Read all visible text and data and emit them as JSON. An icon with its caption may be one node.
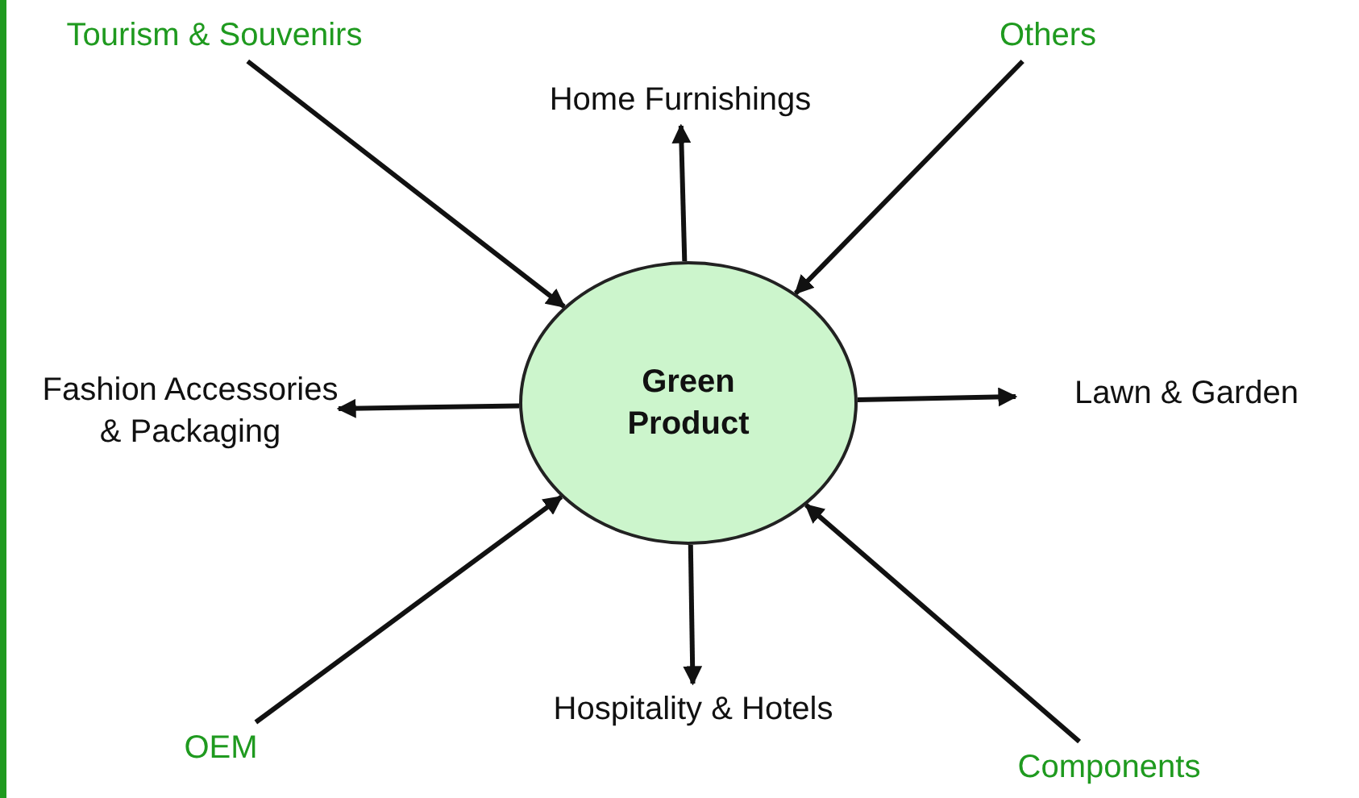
{
  "diagram": {
    "nodes": [
      {
        "text": [
          "Green Product"
        ]
      },
      {
        "text": [
          "Tourism & Souvenirs"
        ]
      },
      {
        "text": [
          "Home Furnishings"
        ]
      },
      {
        "text": [
          "Others"
        ]
      },
      {
        "text": [
          "Fashion Accessories & Packaging"
        ]
      },
      {
        "text": [
          "Lawn & Garden"
        ]
      },
      {
        "text": [
          "OEM"
        ]
      },
      {
        "text": [
          "Hospitality & Hotels"
        ]
      },
      {
        "text": [
          "Components"
        ]
      }
    ],
    "edges": [
      {
        "from": 1,
        "to": 0,
        "arrow": "to"
      },
      {
        "from": 0,
        "to": 2,
        "arrow": "to"
      },
      {
        "from": 3,
        "to": 0,
        "arrow": "to"
      },
      {
        "from": 0,
        "to": 4,
        "arrow": "to"
      },
      {
        "from": 0,
        "to": 5,
        "arrow": "to"
      },
      {
        "from": 6,
        "to": 0,
        "arrow": "to"
      },
      {
        "from": 0,
        "to": 7,
        "arrow": "to"
      },
      {
        "from": 8,
        "to": 0,
        "arrow": "to"
      }
    ]
  }
}
